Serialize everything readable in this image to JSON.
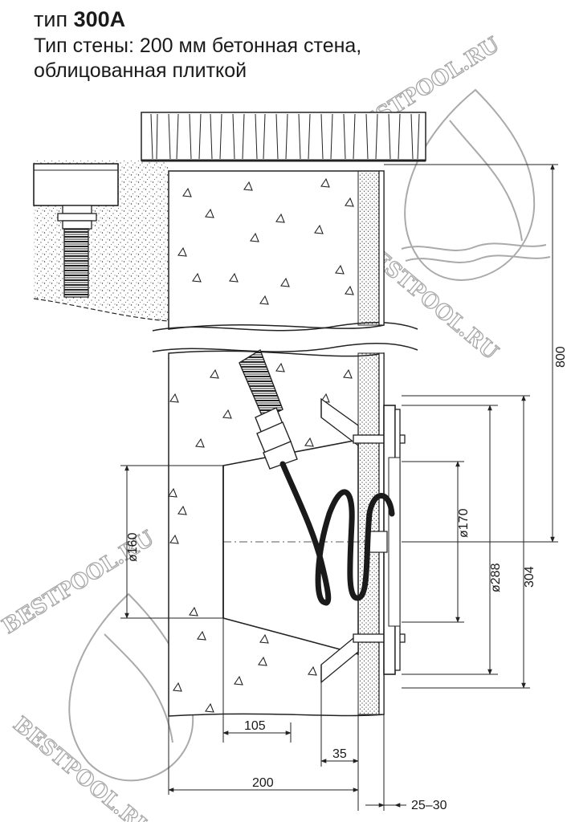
{
  "header": {
    "type_prefix": "тип",
    "type_code": "300А",
    "wall_line1": "Тип стены: 200 мм бетонная стена,",
    "wall_line2": "облицованная плиткой"
  },
  "dimensions": {
    "d_800": "800",
    "d_160": "ø160",
    "d_170": "ø170",
    "d_288": "ø288",
    "d_304": "304",
    "d_105": "105",
    "d_35": "35",
    "d_200": "200",
    "d_25_30": "25–30"
  },
  "watermark": {
    "text": "BESTPOOL.RU"
  }
}
